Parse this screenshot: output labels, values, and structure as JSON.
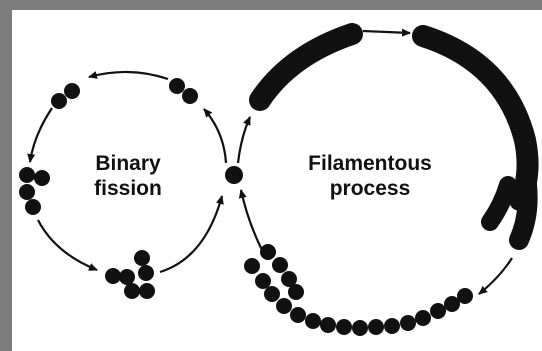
{
  "colors": {
    "frame": "#7d7d7d",
    "panel": "#ffffff",
    "ink": "#111111"
  },
  "binary_cycle": {
    "label_line1": "Binary",
    "label_line2": "fission"
  },
  "filamentous_cycle": {
    "label_line1": "Filamentous",
    "label_line2": "process"
  }
}
